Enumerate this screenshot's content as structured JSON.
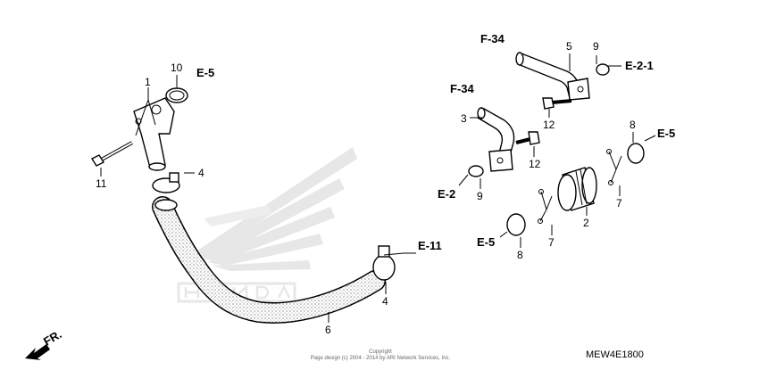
{
  "callouts": {
    "c1": "1",
    "c2": "2",
    "c3": "3",
    "c4a": "4",
    "c4b": "4",
    "c5": "5",
    "c6": "6",
    "c7a": "7",
    "c7b": "7",
    "c8a": "8",
    "c8b": "8",
    "c9a": "9",
    "c9b": "9",
    "c10": "10",
    "c11": "11",
    "c12a": "12",
    "c12b": "12"
  },
  "references": {
    "e5a": "E-5",
    "e5b": "E-5",
    "e5c": "E-5",
    "e11": "E-11",
    "e2": "E-2",
    "e21": "E-2-1",
    "f34a": "F-34",
    "f34b": "F-34"
  },
  "direction": {
    "label": "FR."
  },
  "footer": {
    "copyright_heading": "Copyright",
    "copyright_line": "Page design (c) 2004 - 2014 by ARI Network Services, Inc."
  },
  "diagram_code": "MEW4E1800"
}
